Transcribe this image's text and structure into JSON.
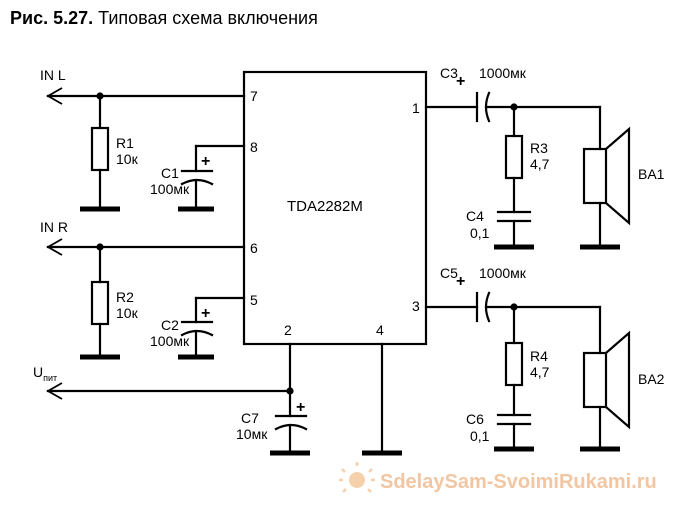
{
  "caption": {
    "number": "Рис. 5.27.",
    "title": "Типовая схема включения"
  },
  "chip": {
    "name": "TDA2282M",
    "pins": [
      "7",
      "8",
      "6",
      "5",
      "2",
      "4",
      "1",
      "3"
    ]
  },
  "inputs": {
    "in_l": "IN L",
    "in_r": "IN R",
    "supply": "U",
    "supply_sub": "пит"
  },
  "components": {
    "r1": {
      "ref": "R1",
      "value": "10к"
    },
    "c1": {
      "ref": "C1",
      "value": "100мк"
    },
    "r2": {
      "ref": "R2",
      "value": "10к"
    },
    "c2": {
      "ref": "C2",
      "value": "100мк"
    },
    "c7": {
      "ref": "C7",
      "value": "10мк"
    },
    "c3": {
      "ref": "C3",
      "value": "1000мк"
    },
    "c5": {
      "ref": "C5",
      "value": "1000мк"
    },
    "r3": {
      "ref": "R3",
      "value": "4,7"
    },
    "c4": {
      "ref": "C4",
      "value": "0,1"
    },
    "r4": {
      "ref": "R4",
      "value": "4,7"
    },
    "c6": {
      "ref": "C6",
      "value": "0,1"
    },
    "ba1": {
      "ref": "BA1"
    },
    "ba2": {
      "ref": "BA2"
    }
  },
  "watermark": "SdelaySam-SvoimiRukami.ru",
  "plus_sign": "+"
}
